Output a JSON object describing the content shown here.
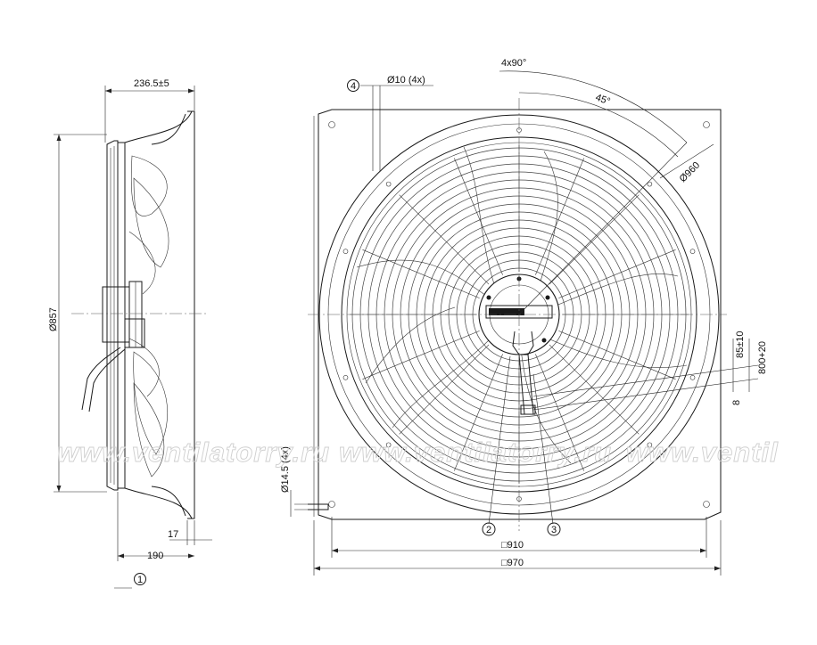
{
  "dimensions": {
    "side_width": "236.5±5",
    "side_diameter": "Ø857",
    "side_offset": "17",
    "side_base": "190",
    "hole_diameter": "Ø10 (4x)",
    "angle_pattern": "4x90°",
    "angle": "45°",
    "ring_diameter": "Ø960",
    "slot_diameter": "Ø14.5 (4x)",
    "cable_a": "85±10",
    "cable_b": "800+20",
    "cable_c": "8",
    "bolt_square": "□910",
    "outer_square": "□970"
  },
  "callouts": {
    "c1": "1",
    "c2": "2",
    "c3": "3",
    "c4": "4"
  },
  "watermark": {
    "left": "www.ventilatorry.ru",
    "middle": "www.ventilatorry.ru",
    "right": "www.ventil"
  },
  "colors": {
    "line": "#1a1a1a",
    "watermark": "#cfcfcf",
    "background": "#ffffff"
  }
}
